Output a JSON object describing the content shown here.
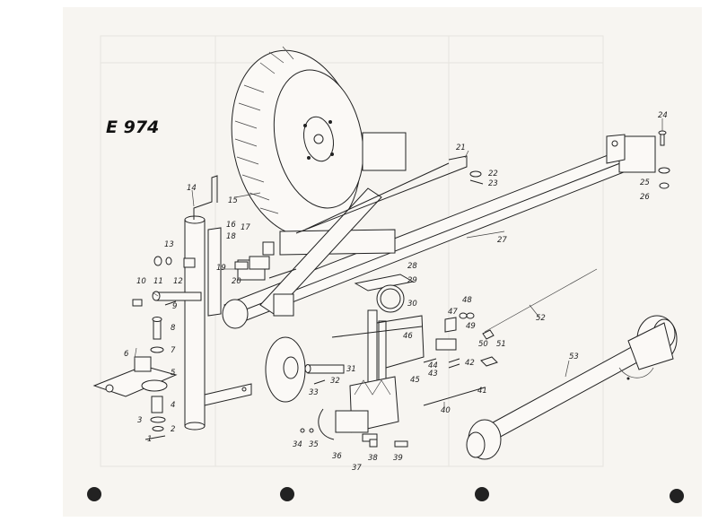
{
  "sheet": {
    "title": "E 974",
    "paper_color": "#f7f5f1",
    "edge_color": "#ffffff",
    "ink_color": "#222222"
  },
  "labels": [
    {
      "id": "1",
      "text": "1"
    },
    {
      "id": "2",
      "text": "2"
    },
    {
      "id": "3",
      "text": "3"
    },
    {
      "id": "4",
      "text": "4"
    },
    {
      "id": "5",
      "text": "5"
    },
    {
      "id": "6",
      "text": "6"
    },
    {
      "id": "7",
      "text": "7"
    },
    {
      "id": "8",
      "text": "8"
    },
    {
      "id": "9",
      "text": "9"
    },
    {
      "id": "10",
      "text": "10"
    },
    {
      "id": "11",
      "text": "11"
    },
    {
      "id": "12",
      "text": "12"
    },
    {
      "id": "13",
      "text": "13"
    },
    {
      "id": "14",
      "text": "14"
    },
    {
      "id": "15",
      "text": "15"
    },
    {
      "id": "16",
      "text": "16"
    },
    {
      "id": "17",
      "text": "17"
    },
    {
      "id": "18",
      "text": "18"
    },
    {
      "id": "19",
      "text": "19"
    },
    {
      "id": "20",
      "text": "20"
    },
    {
      "id": "21",
      "text": "21"
    },
    {
      "id": "22",
      "text": "22"
    },
    {
      "id": "23",
      "text": "23"
    },
    {
      "id": "24",
      "text": "24"
    },
    {
      "id": "25",
      "text": "25"
    },
    {
      "id": "26",
      "text": "26"
    },
    {
      "id": "27",
      "text": "27"
    },
    {
      "id": "28",
      "text": "28"
    },
    {
      "id": "29",
      "text": "29"
    },
    {
      "id": "30",
      "text": "30"
    },
    {
      "id": "31",
      "text": "31"
    },
    {
      "id": "32",
      "text": "32"
    },
    {
      "id": "33",
      "text": "33"
    },
    {
      "id": "34",
      "text": "34"
    },
    {
      "id": "35",
      "text": "35"
    },
    {
      "id": "36",
      "text": "36"
    },
    {
      "id": "37",
      "text": "37"
    },
    {
      "id": "38",
      "text": "38"
    },
    {
      "id": "39",
      "text": "39"
    },
    {
      "id": "40",
      "text": "40"
    },
    {
      "id": "41",
      "text": "41"
    },
    {
      "id": "42",
      "text": "42"
    },
    {
      "id": "43",
      "text": "43"
    },
    {
      "id": "44",
      "text": "44"
    },
    {
      "id": "45",
      "text": "45"
    },
    {
      "id": "46",
      "text": "46"
    },
    {
      "id": "47",
      "text": "47"
    },
    {
      "id": "48",
      "text": "48"
    },
    {
      "id": "49",
      "text": "49"
    },
    {
      "id": "50",
      "text": "50"
    },
    {
      "id": "51",
      "text": "51"
    },
    {
      "id": "52",
      "text": "52"
    },
    {
      "id": "53",
      "text": "53"
    }
  ]
}
